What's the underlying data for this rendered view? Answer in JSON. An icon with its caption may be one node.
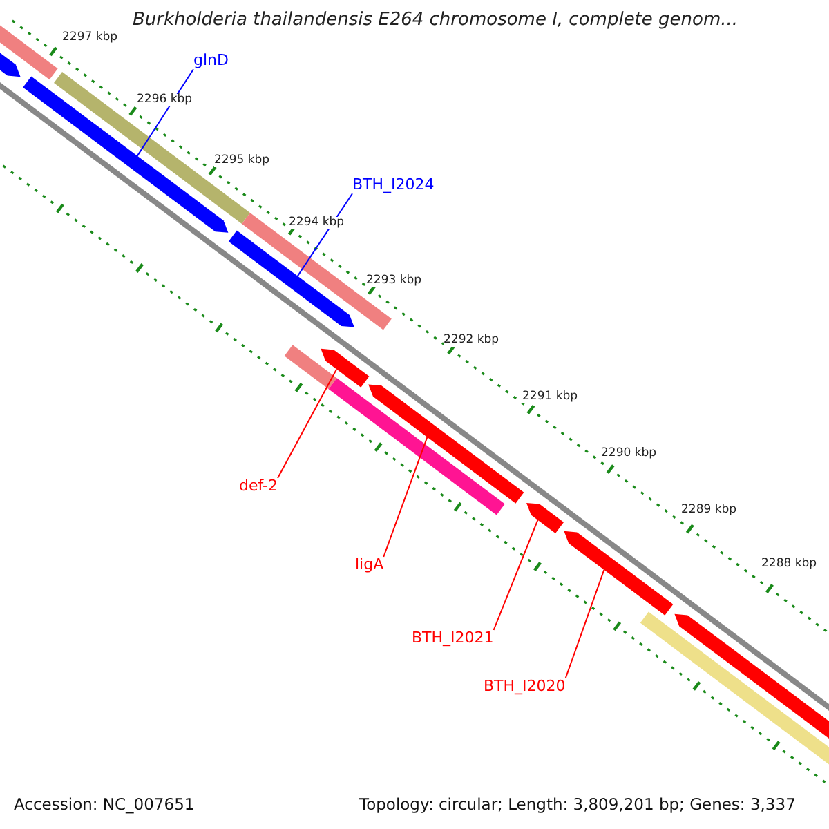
{
  "diagram": {
    "title": "Burkholderia thailandensis E264 chromosome I, complete genom...",
    "nodes": [
      {
        "text": [
          "glnD"
        ]
      },
      {
        "text": [
          "BTH_I2024"
        ]
      },
      {
        "text": [
          "def-2"
        ]
      },
      {
        "text": [
          "ligA"
        ]
      },
      {
        "text": [
          "BTH_I2021"
        ]
      },
      {
        "text": [
          "BTH_I2020"
        ]
      },
      {
        "text": [],
        "shape": "bar"
      },
      {
        "text": [],
        "shape": "arrow"
      },
      {
        "text": [],
        "shape": "arrow"
      },
      {
        "text": [],
        "shape": "bar"
      },
      {
        "text": [],
        "shape": "bar"
      },
      {
        "text": [],
        "shape": "arrow"
      },
      {
        "text": [],
        "shape": "bar"
      },
      {
        "text": [],
        "shape": "arrow"
      },
      {
        "text": [],
        "shape": "bar"
      },
      {
        "text": [],
        "shape": "arrow"
      },
      {
        "text": [],
        "shape": "arrow"
      },
      {
        "text": [],
        "shape": "arrow"
      },
      {
        "text": [],
        "shape": "bar"
      },
      {
        "text": [],
        "shape": "arrow"
      }
    ],
    "edges": [
      {
        "from": 0,
        "to": 8,
        "arrow": "none",
        "color": "#0000ff"
      },
      {
        "from": 1,
        "to": 11,
        "arrow": "none",
        "color": "#0000ff"
      },
      {
        "from": 2,
        "to": 13,
        "arrow": "none"
      },
      {
        "from": 3,
        "to": 15,
        "arrow": "none"
      },
      {
        "from": 4,
        "to": 16,
        "arrow": "none"
      },
      {
        "from": 5,
        "to": 17,
        "arrow": "none"
      }
    ],
    "labels": [
      "2297 kbp",
      "2296 kbp",
      "2295 kbp",
      "2294 kbp",
      "2293 kbp",
      "2292 kbp",
      "2291 kbp",
      "2290 kbp",
      "2289 kbp",
      "2288 kbp",
      "Accession: NC_007651",
      "Topology: circular; Length: 3,809,201 bp; Genes: 3,337"
    ]
  }
}
